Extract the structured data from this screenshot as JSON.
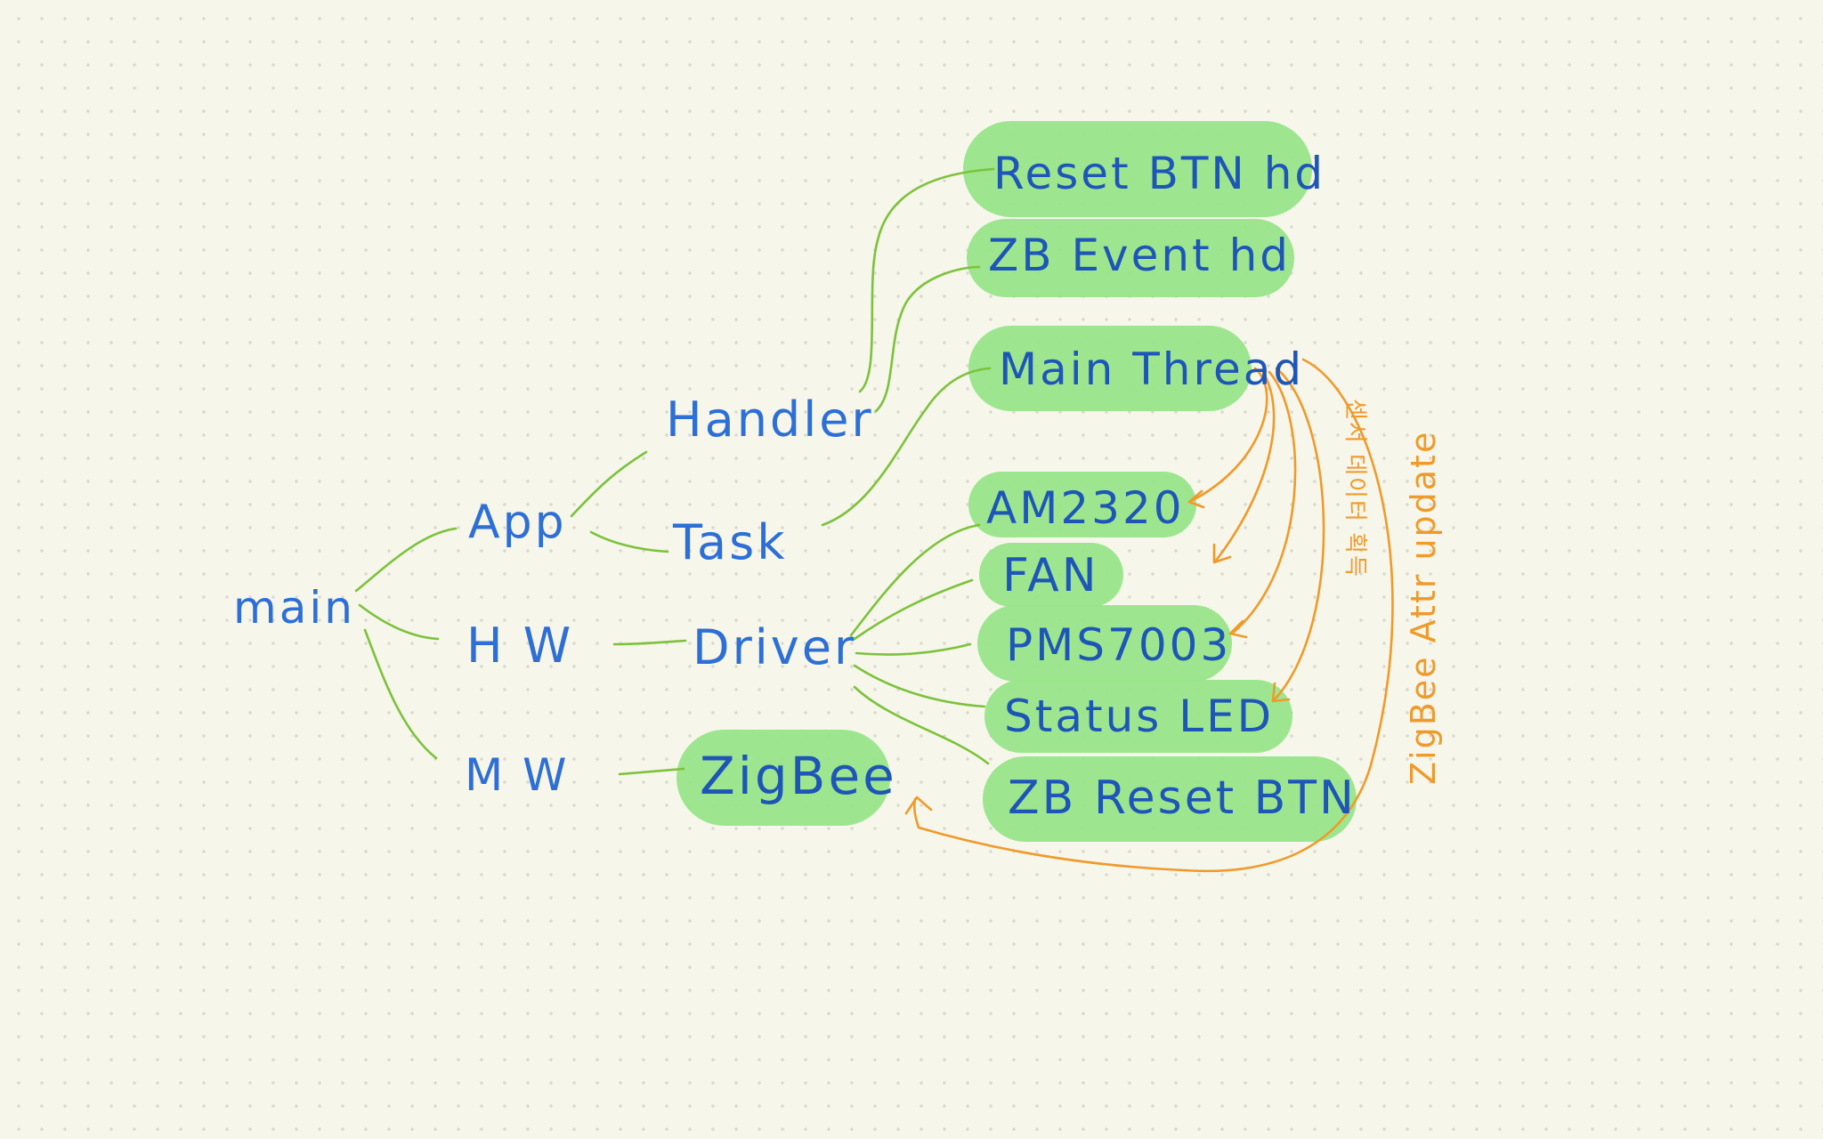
{
  "nodes": {
    "main": "main",
    "app": "App",
    "hw": "H W",
    "mw": "M W",
    "handler": "Handler",
    "task": "Task",
    "driver": "Driver",
    "zigbee": "ZigBee",
    "reset_btn_hd": "Reset BTN hd",
    "zb_event_hd": "ZB Event hd",
    "main_thread": "Main Thread",
    "am2320": "AM2320",
    "fan": "FAN",
    "pms7003": "PMS7003",
    "status_led": "Status LED",
    "zb_reset_btn": "ZB Reset BTN"
  },
  "annotations": {
    "sensor_read": "센서 데이터 획득",
    "zigbee_update": "ZigBee Attr update"
  },
  "colors": {
    "ink": "#2d6fd6",
    "highlight": "#98e58a",
    "connector": "#7cc23b",
    "annotation": "#f09a2a",
    "paper": "#f6f6eb"
  }
}
